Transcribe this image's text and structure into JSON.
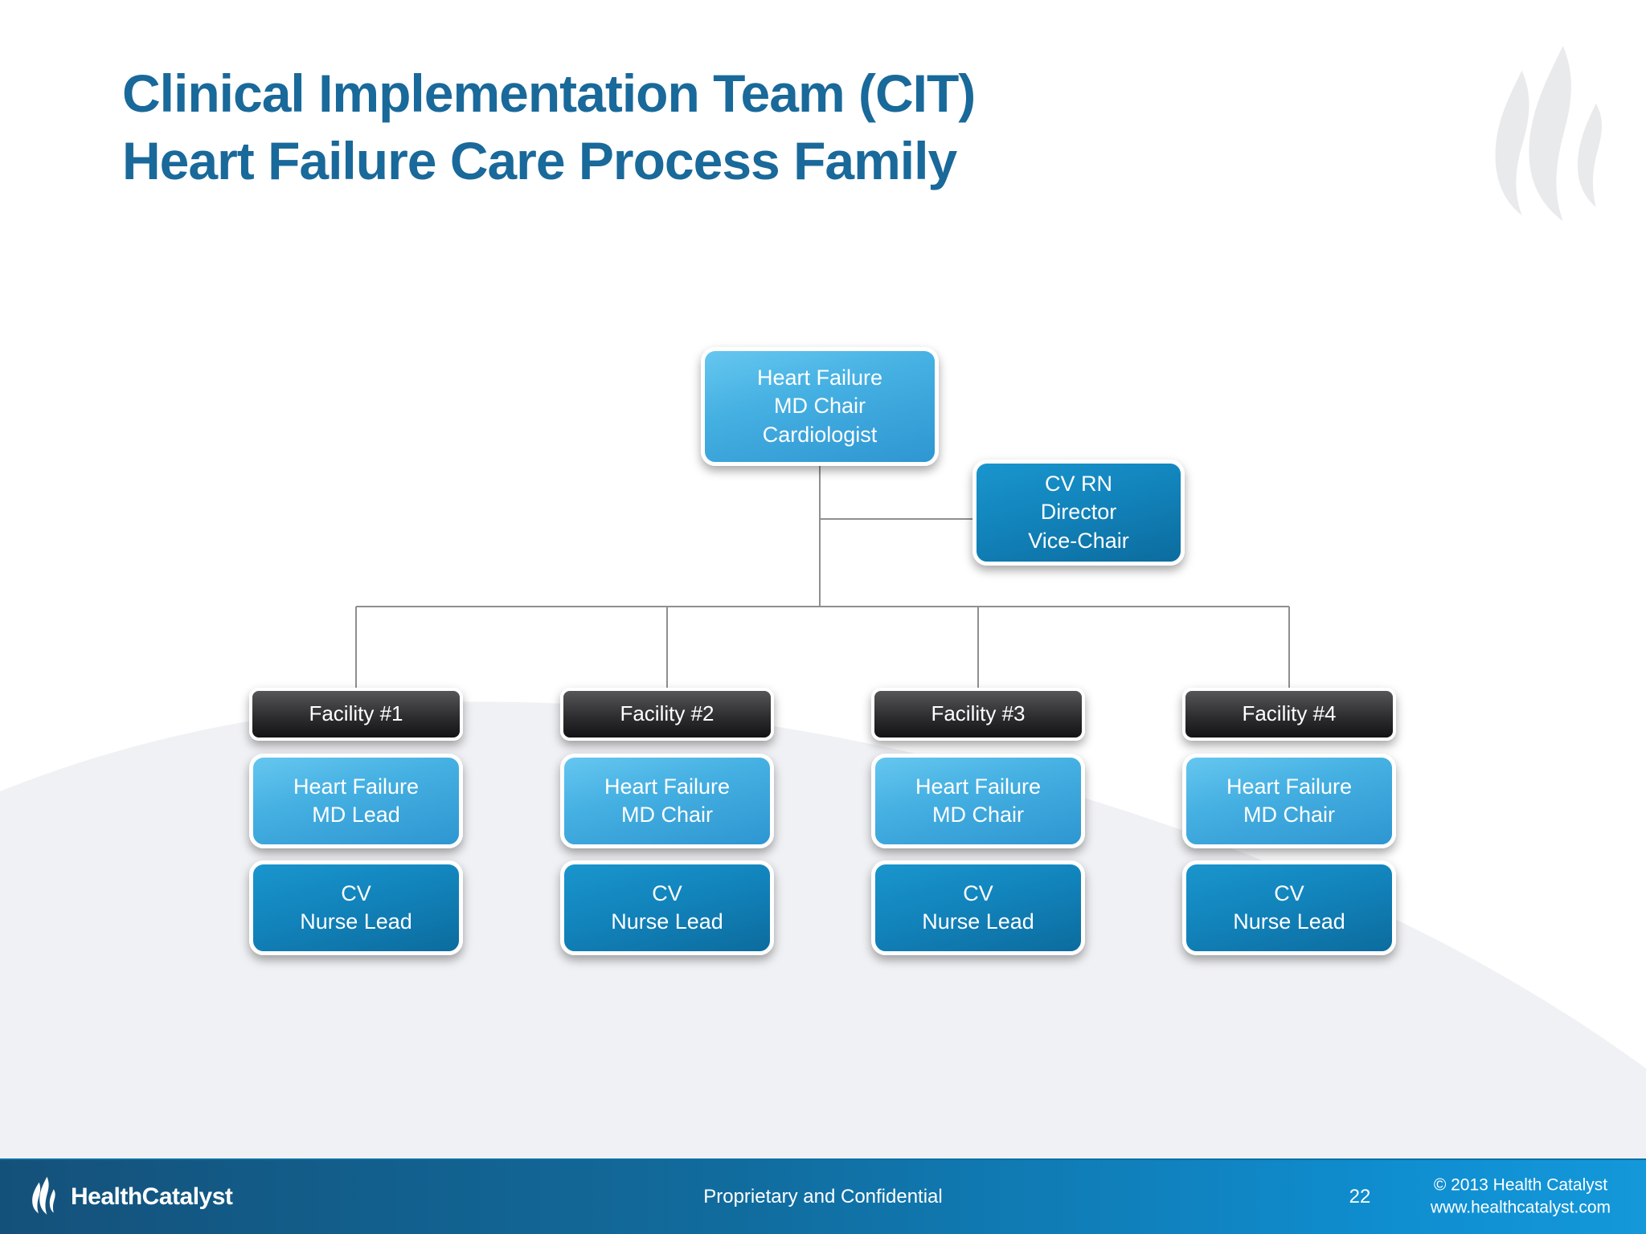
{
  "slide": {
    "title_line1": "Clinical Implementation Team (CIT)",
    "title_line2": "Heart Failure Care Process Family"
  },
  "org_chart": {
    "root": {
      "label": "Heart Failure\nMD Chair\nCardiologist"
    },
    "vice_chair": {
      "label": "CV RN\nDirector\nVice-Chair"
    },
    "facilities": [
      {
        "name": "Facility #1",
        "md": "Heart Failure\nMD Lead",
        "nurse": "CV\nNurse Lead"
      },
      {
        "name": "Facility #2",
        "md": "Heart Failure\nMD Chair",
        "nurse": "CV\nNurse Lead"
      },
      {
        "name": "Facility #3",
        "md": "Heart Failure\nMD Chair",
        "nurse": "CV\nNurse Lead"
      },
      {
        "name": "Facility #4",
        "md": "Heart Failure\nMD Chair",
        "nurse": "CV\nNurse Lead"
      }
    ]
  },
  "footer": {
    "logo_text": "HealthCatalyst",
    "center_text": "Proprietary and Confidential",
    "page_number": "22",
    "copyright": "© 2013 Health Catalyst\nwww.healthcatalyst.com"
  },
  "icons": {
    "watermark": "health-catalyst-flame-icon",
    "footer_logo": "health-catalyst-flame-icon"
  },
  "colors": {
    "title_text": "#19699a",
    "node_light_blue_top": "#66c7f0",
    "node_light_blue_bottom": "#2e96d1",
    "node_dark_blue_top": "#1a95cd",
    "node_dark_blue_bottom": "#0c6c9e",
    "node_facility_top": "#565658",
    "node_facility_bottom": "#141416",
    "connector_gray": "#8f8f8f",
    "footer_gradient_left": "#14517a",
    "footer_gradient_right": "#1498da",
    "background_wave": "#f0f1f4",
    "watermark_gray": "#e9eaec"
  }
}
